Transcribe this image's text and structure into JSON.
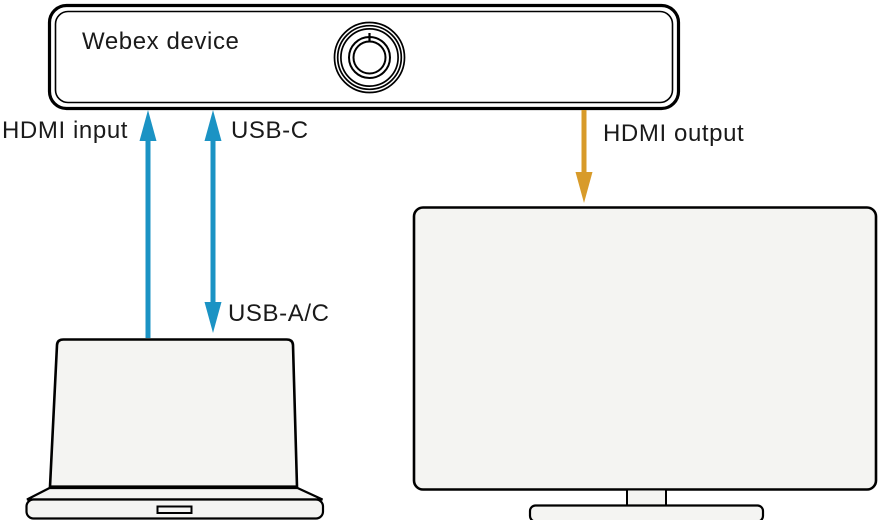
{
  "device": {
    "label": "Webex device"
  },
  "connections": {
    "hdmi_input": {
      "label": "HDMI input",
      "type": "arrow-up",
      "from": "laptop",
      "to": "webex-device"
    },
    "usb": {
      "label_device_end": "USB-C",
      "label_laptop_end": "USB-A/C",
      "type": "arrow-bidirectional",
      "between": "laptop and webex-device"
    },
    "hdmi_output": {
      "label": "HDMI output",
      "type": "arrow-down",
      "from": "webex-device",
      "to": "monitor"
    }
  },
  "colors": {
    "arrow_blue": "#1b93c4",
    "arrow_orange": "#d89b2a",
    "outline": "#000000",
    "device_fill": "#ffffff",
    "screen_fill": "#f4f4f2",
    "background": "#ffffff",
    "text": "#1a1a1a"
  }
}
